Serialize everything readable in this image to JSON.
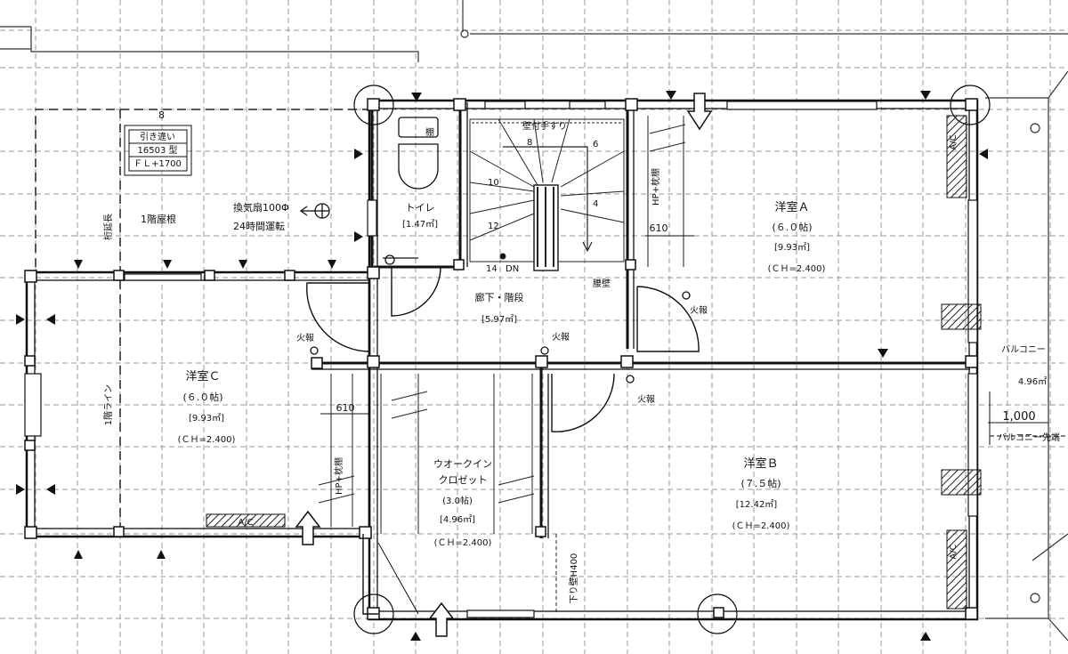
{
  "rooms": {
    "room_a": {
      "name": "洋室Ａ",
      "tatami": "(６.０帖)",
      "area": "[9.93㎡]",
      "ceiling": "(ＣＨ=2.400)"
    },
    "room_b": {
      "name": "洋室Ｂ",
      "tatami": "(７.５帖)",
      "area": "[12.42㎡]",
      "ceiling": "(ＣＨ=2.400)"
    },
    "room_c": {
      "name": "洋室Ｃ",
      "tatami": "(６.０帖)",
      "area": "[9.93㎡]",
      "ceiling": "(ＣＨ=2.400)"
    },
    "closet": {
      "name_line1": "ウオークイン",
      "name_line2": "クロゼット",
      "tatami": "(3.0帖)",
      "area": "[4.96㎡]",
      "ceiling": "(ＣＨ=2.400)"
    },
    "toilet": {
      "name": "トイレ",
      "area": "[1.47㎡]"
    },
    "hall": {
      "name": "廊下・階段",
      "area": "[5.97㎡]"
    },
    "balcony": {
      "name": "バルコニー",
      "area": "4.96㎡",
      "depth": "1,000",
      "tip_label": "バルコニー先端"
    }
  },
  "window_tag": {
    "line1": "引き違い",
    "line2": "16503 型",
    "line3": "ＦＬ+1700"
  },
  "annotations": {
    "grid_label_8": "8",
    "first_floor_roof": "1階屋根",
    "keta_line": "桁延長",
    "first_floor_line": "1階ライン",
    "ventilation_line1": "換気扇100Φ",
    "ventilation_line2": "24時間運転",
    "toilet_mark": "棚",
    "handrail": "壁付手すり",
    "hp_shelf_1": "HP+枕棚",
    "hp_shelf_2": "HP+枕棚",
    "dim_610_a": "610",
    "dim_610_c": "610",
    "stair_down": "DN",
    "stair_bottom_note": "腰壁",
    "drop_wall": "下り壁H400",
    "ac_label_c": "A/C",
    "ac_label_a": "A/C",
    "ac_label_b": "A/C",
    "smoke_alarm_1": "火報",
    "smoke_alarm_2": "火報",
    "smoke_alarm_3": "火報",
    "smoke_alarm_4": "火報"
  },
  "stair_steps": [
    "6",
    "8",
    "4",
    "10",
    "12",
    "14"
  ]
}
